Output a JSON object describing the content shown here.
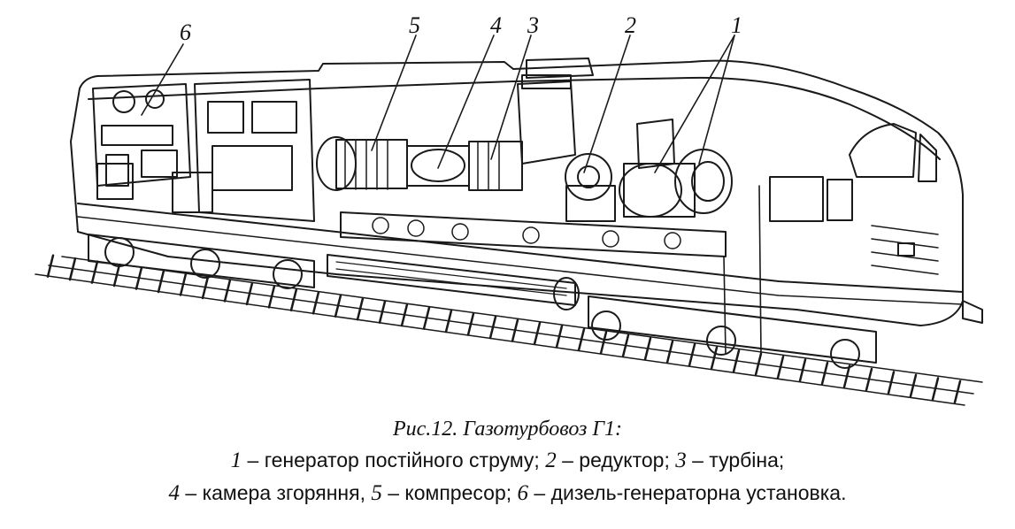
{
  "figure": {
    "labels": [
      "1",
      "2",
      "3",
      "4",
      "5",
      "6"
    ]
  },
  "caption": {
    "title": "Рис.12. Газотурбовоз Г1:",
    "line1": [
      {
        "num": "1",
        "text": " – генератор постійного струму; "
      },
      {
        "num": "2",
        "text": " – редуктор; "
      },
      {
        "num": "3",
        "text": " – турбіна;"
      }
    ],
    "line2": [
      {
        "num": "4",
        "text": " – камера згоряння, "
      },
      {
        "num": "5",
        "text": " – компресор; "
      },
      {
        "num": "6",
        "text": " – дизель-генераторна установка."
      }
    ]
  }
}
